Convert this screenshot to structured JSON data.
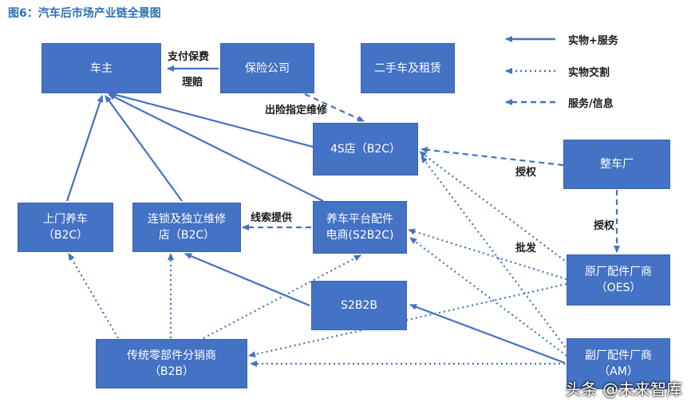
{
  "title": "图6：汽车后市场产业链全景图",
  "nodes": {
    "owner": "车主",
    "insurer": "保险公司",
    "used": "二手车及租赁",
    "store4s": "4S店（B2C）",
    "oem": "整车厂",
    "doorstep1": "上门养车",
    "doorstep2": "（B2C）",
    "chain1": "连锁及独立维修",
    "chain2": "店（B2C）",
    "platform1": "养车平台配件",
    "platform2": "电商(S2B2C)",
    "oes1": "原厂配件厂商",
    "oes2": "（OES）",
    "s2b2b": "S2B2B",
    "dist1": "传统零部件分销商",
    "dist2": "（B2B）",
    "am1": "副厂配件厂商",
    "am2": "（AM）"
  },
  "edge_labels": {
    "pay": "支付保费",
    "claim": "理赔",
    "repair": "出险指定维修",
    "auth1": "授权",
    "auth2": "授权",
    "leads": "线索提供",
    "wholesale": "批发"
  },
  "legend": {
    "solid": "实物+服务",
    "dotted": "实物交割",
    "dashed": "服务/信息"
  },
  "watermark": "头条 @未来智库",
  "colors": {
    "node": "#4472c4",
    "line": "#4472c4",
    "title": "#2f6fb4"
  }
}
